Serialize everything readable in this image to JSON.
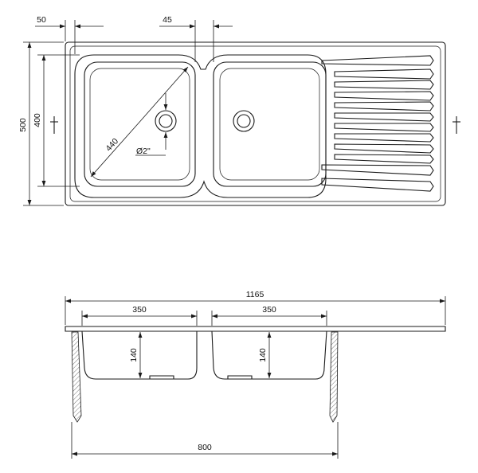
{
  "top_view": {
    "dim_rim_width": "50",
    "dim_divider_width": "45",
    "dim_overall_depth": "500",
    "dim_bowl_depth": "400",
    "dim_bowl_diagonal": "440",
    "dim_drain_size": "Ø2\""
  },
  "front_view": {
    "dim_total_length": "1165",
    "dim_left_bowl_width": "350",
    "dim_right_bowl_width": "350",
    "dim_left_bowl_depth": "140",
    "dim_right_bowl_depth": "140",
    "dim_cabinet_width": "800"
  }
}
